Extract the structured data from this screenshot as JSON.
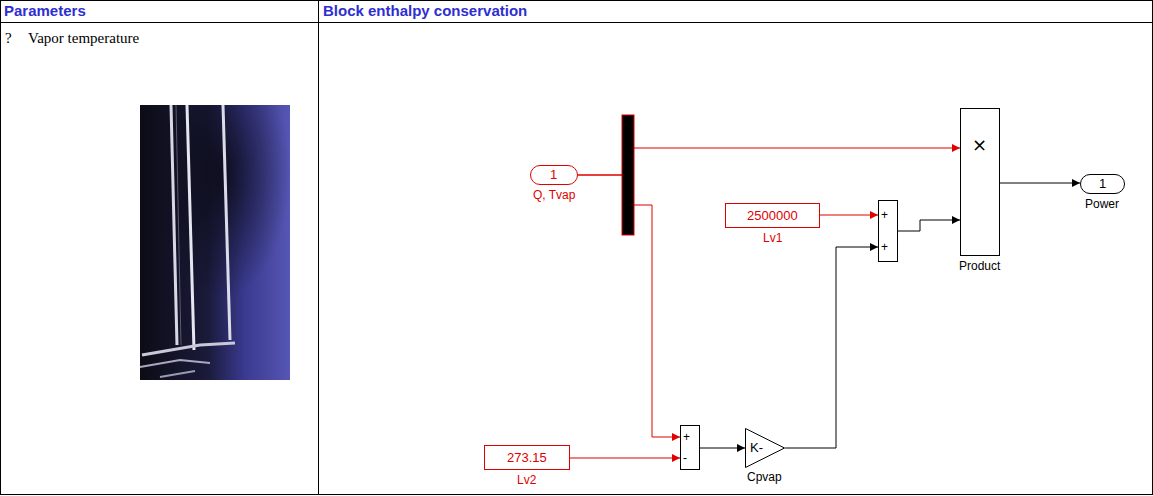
{
  "diagram": {
    "nodes": [
      {
        "text": [
          "1",
          "Q, Tvap"
        ]
      },
      {
        "text": [
          "2500000",
          "Lv1"
        ]
      },
      {
        "text": [
          "+",
          "+"
        ]
      },
      {
        "text": [
          "×",
          "Product"
        ]
      },
      {
        "text": [
          "1",
          "Power"
        ]
      },
      {
        "text": [
          "273.15",
          "Lv2"
        ]
      },
      {
        "text": [
          "+",
          "-"
        ]
      },
      {
        "text": [
          "K-",
          "Cpvap"
        ]
      }
    ],
    "edges": [
      {
        "from": 0,
        "to": 3,
        "arrow": "to"
      },
      {
        "from": 0,
        "to": 6,
        "arrow": "to"
      },
      {
        "from": 1,
        "to": 2,
        "arrow": "to"
      },
      {
        "from": 5,
        "to": 6,
        "arrow": "to"
      },
      {
        "from": 6,
        "to": 7,
        "arrow": "to"
      },
      {
        "from": 7,
        "to": 2,
        "arrow": "to"
      },
      {
        "from": 2,
        "to": 3,
        "arrow": "to"
      },
      {
        "from": 3,
        "to": 4,
        "arrow": "to"
      }
    ],
    "labels": [
      "Parameters",
      "Block enthalpy conservation",
      "?",
      "Vapor temperature"
    ]
  }
}
